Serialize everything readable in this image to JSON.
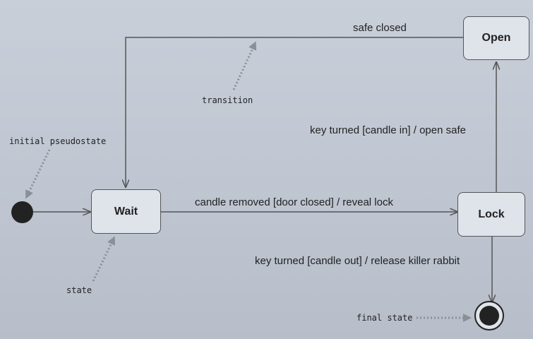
{
  "states": {
    "open": "Open",
    "wait": "Wait",
    "lock": "Lock"
  },
  "transitions": {
    "safe_closed": "safe closed",
    "candle_removed": "candle removed [door closed] / reveal lock",
    "key_turned_in": "key turned [candle in] / open safe",
    "key_turned_out": "key turned [candle out] / release killer rabbit"
  },
  "annotations": {
    "transition": "transition",
    "initial": "initial pseudostate",
    "state": "state",
    "final": "final state"
  },
  "colors": {
    "background": "#c3cad4",
    "line": "#555555",
    "pointer": "#8a8f98",
    "state_fill": "#dfe3ea"
  }
}
